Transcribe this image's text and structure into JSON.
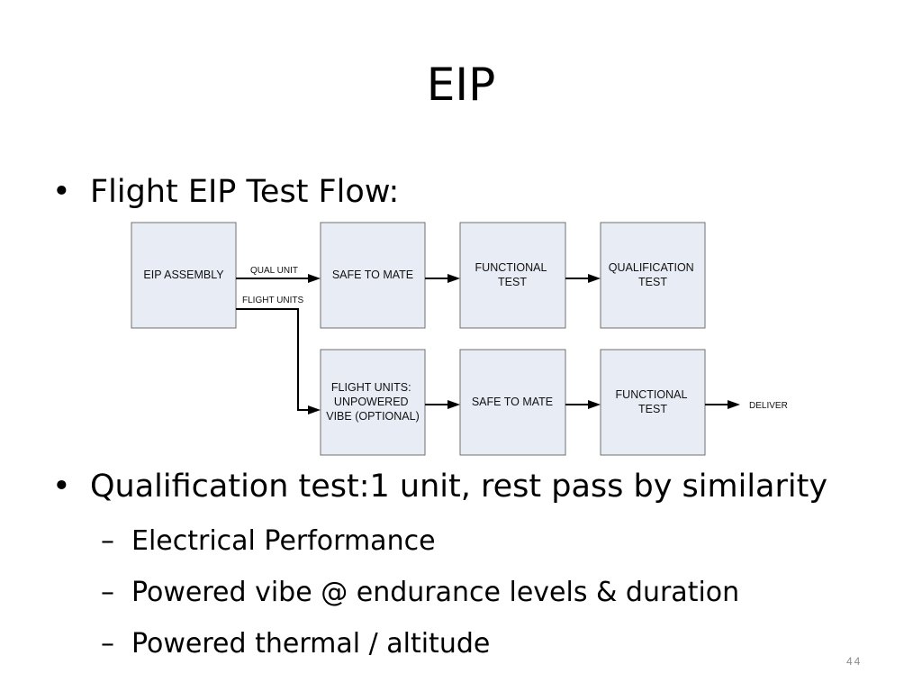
{
  "slide": {
    "title": "EIP",
    "page_number": "44"
  },
  "bullets": [
    {
      "text": "Flight EIP Test Flow:"
    },
    {
      "text": "Qualification test:1 unit, rest pass by similarity"
    }
  ],
  "sub_bullets": [
    {
      "text": "Electrical Performance"
    },
    {
      "text": "Powered vibe @ endurance levels & duration"
    },
    {
      "text": "Powered thermal / altitude"
    }
  ],
  "markers": {
    "bullet": "•",
    "dash": "–"
  },
  "flow": {
    "boxes": {
      "eip_assembly": [
        "EIP ASSEMBLY"
      ],
      "safe_to_mate_qual": [
        "SAFE TO MATE"
      ],
      "functional_test_qual": [
        "FUNCTIONAL",
        "TEST"
      ],
      "qualification_test": [
        "QUALIFICATION",
        "TEST"
      ],
      "flight_units_vibe": [
        "FLIGHT UNITS:",
        "UNPOWERED",
        "VIBE (OPTIONAL)"
      ],
      "safe_to_mate_flight": [
        "SAFE TO MATE"
      ],
      "functional_test_flight": [
        "FUNCTIONAL",
        "TEST"
      ]
    },
    "edge_labels": {
      "qual_unit": "QUAL UNIT",
      "flight_units": "FLIGHT UNITS",
      "deliver": "DELIVER"
    },
    "colors": {
      "box_fill": "#e8edf5",
      "box_border": "#6f6f6f",
      "arrow": "#000000"
    }
  }
}
